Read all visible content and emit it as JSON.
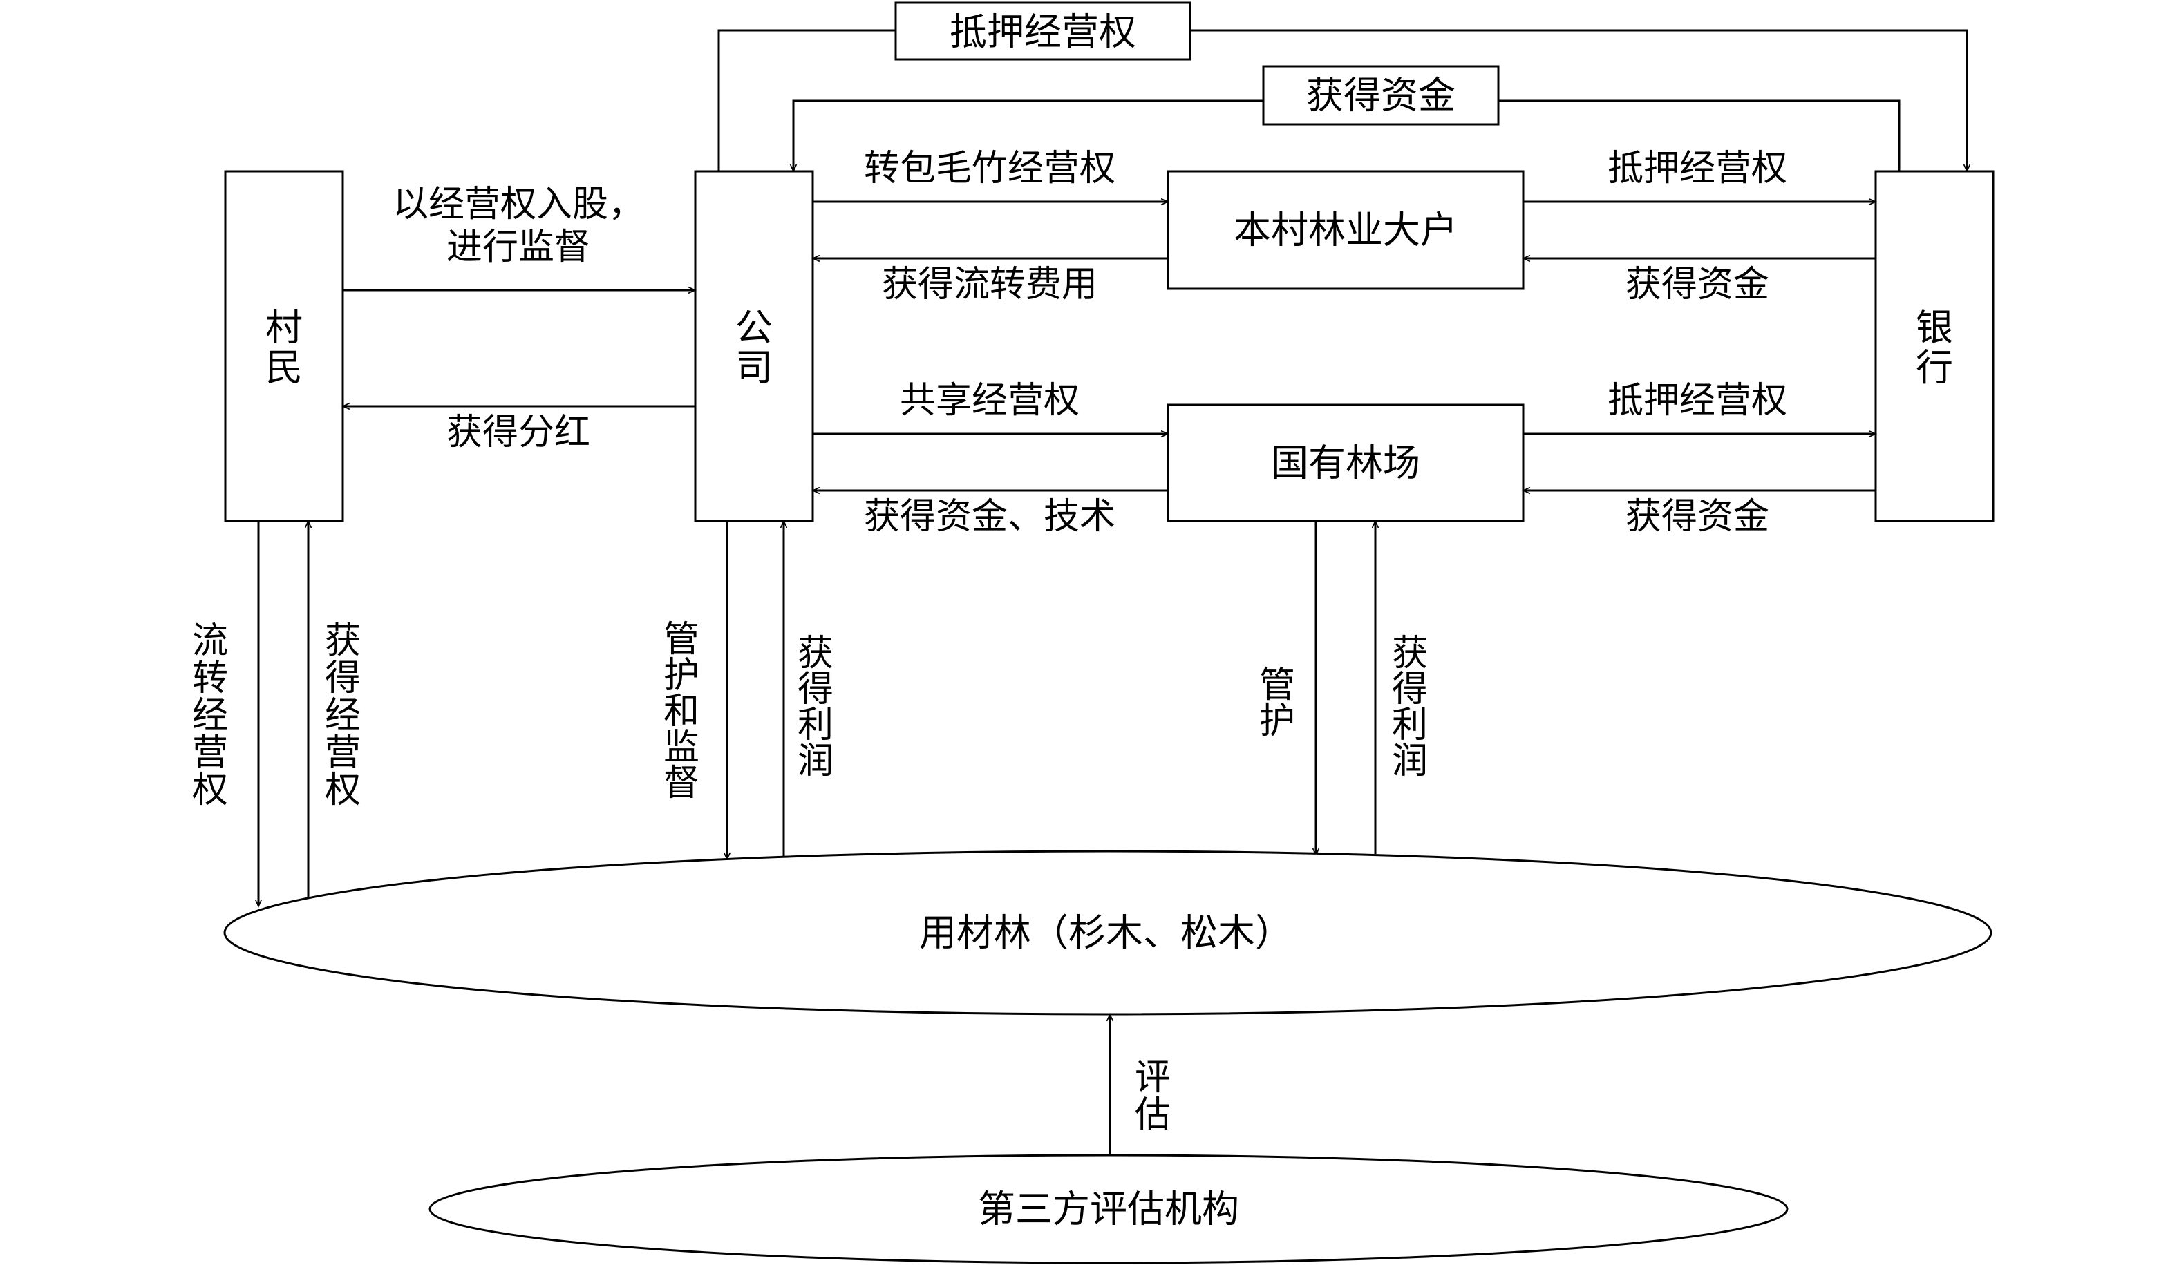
{
  "nodes": {
    "villagers": [
      "村",
      "民"
    ],
    "company": [
      "公",
      "司"
    ],
    "bank": [
      "银",
      "行"
    ],
    "forestry_household": "本村林业大户",
    "state_forest_farm": "国有林场",
    "timber_forest": "用材林（杉木、松木）",
    "third_party": "第三方评估机构"
  },
  "edges": {
    "company_to_bank_top": "抵押经营权",
    "bank_to_company_top": "获得资金",
    "villagers_to_company": [
      "以经营权入股，",
      "进行监督"
    ],
    "company_to_villagers": "获得分红",
    "company_to_household": "转包毛竹经营权",
    "household_to_company": "获得流转费用",
    "household_to_bank": "抵押经营权",
    "bank_to_household": "获得资金",
    "company_to_farm": "共享经营权",
    "farm_to_company": "获得资金、技术",
    "farm_to_bank": "抵押经营权",
    "bank_to_farm": "获得资金",
    "villagers_to_forest": [
      "流",
      "转",
      "经",
      "营",
      "权"
    ],
    "forest_to_villagers": [
      "获",
      "得",
      "经",
      "营",
      "权"
    ],
    "company_to_forest": [
      "管",
      "护",
      "和",
      "监",
      "督"
    ],
    "forest_to_company": [
      "获",
      "得",
      "利",
      "润"
    ],
    "farm_to_forest": [
      "管",
      "护"
    ],
    "forest_to_farm": [
      "获",
      "得",
      "利",
      "润"
    ],
    "third_party_to_forest": [
      "评",
      "估"
    ]
  }
}
